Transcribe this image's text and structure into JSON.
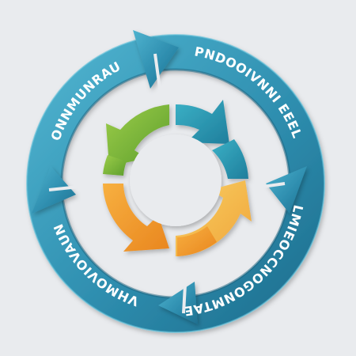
{
  "diagram": {
    "outer_ring": {
      "labels": [
        {
          "text": "ONNMUNRAU"
        },
        {
          "text": "PNDOOIVNNI EEEL"
        },
        {
          "text": "LMIEOCCNOGONMTAE"
        },
        {
          "text": "VHMOVIOVAUN"
        }
      ]
    },
    "colors": {
      "outer_ring": "#2f8fb0",
      "outer_ring_dark": "#1e6f8f",
      "outer_ring_light": "#4fb3cf",
      "inner_teal": "#2a9bb5",
      "inner_green": "#79b93c",
      "inner_orange": "#f29a2e",
      "inner_yellow": "#f5b94a",
      "background": "#e9ebee"
    }
  }
}
